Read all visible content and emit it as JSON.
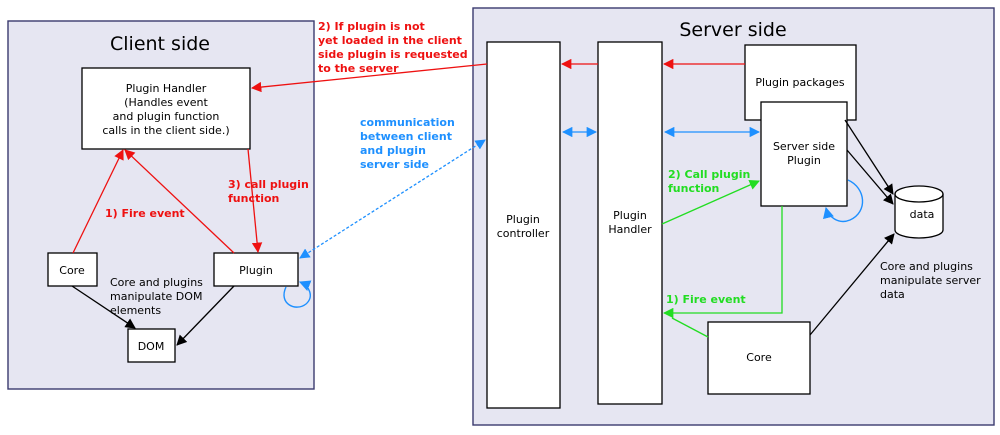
{
  "panels": {
    "client": {
      "title": "Client side"
    },
    "server": {
      "title": "Server side"
    }
  },
  "nodes": {
    "client_plugin_handler": [
      "Plugin Handler",
      "(Handles event",
      "and plugin function",
      "calls in the client side.)"
    ],
    "client_core": [
      "Core"
    ],
    "client_plugin": [
      "Plugin"
    ],
    "client_dom": [
      "DOM"
    ],
    "plugin_controller": [
      "Plugin",
      "controller"
    ],
    "server_plugin_handler": [
      "Plugin",
      "Handler"
    ],
    "plugin_packages": [
      "Plugin packages"
    ],
    "server_side_plugin": [
      "Server side",
      "Plugin"
    ],
    "data": [
      "data"
    ],
    "server_core": [
      "Core"
    ]
  },
  "annotations": {
    "plugin_request": [
      "2) If plugin is not",
      "yet loaded in the client",
      "side plugin is requested",
      "to the server"
    ],
    "client_call_plugin": [
      "3) call plugin",
      "function"
    ],
    "client_fire_event": [
      "1) Fire event"
    ],
    "client_manipulate_dom": [
      "Core and plugins",
      "manipulate DOM",
      "elements"
    ],
    "communication": [
      "communication",
      "between client",
      "and plugin",
      "server side"
    ],
    "server_call_plugin": [
      "2) Call plugin",
      "function"
    ],
    "server_fire_event": [
      "1) Fire event"
    ],
    "server_manipulate_data": [
      "Core and plugins",
      "manipulate server",
      "data"
    ]
  },
  "colors": {
    "request": "#ee1111",
    "client_event": "#ee1111",
    "server_event": "#22dd22",
    "communication": "#1e90ff",
    "data_flow": "#000000"
  }
}
